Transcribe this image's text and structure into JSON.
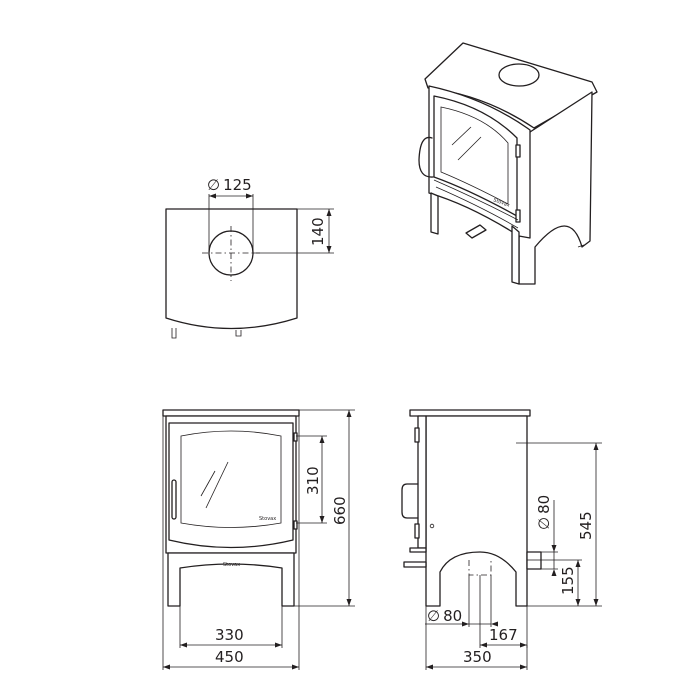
{
  "dimensions": {
    "flue_diameter_top": "125",
    "flue_offset_top": "140",
    "front_door_height": "310",
    "front_height": "660",
    "front_leg_spacing": "330",
    "front_width": "450",
    "side_flue_height": "545",
    "side_outlet_diameter": "80",
    "side_outlet_height": "155",
    "side_air_diameter": "80",
    "side_air_offset": "167",
    "side_depth": "350"
  },
  "diameter_symbol": "∅"
}
